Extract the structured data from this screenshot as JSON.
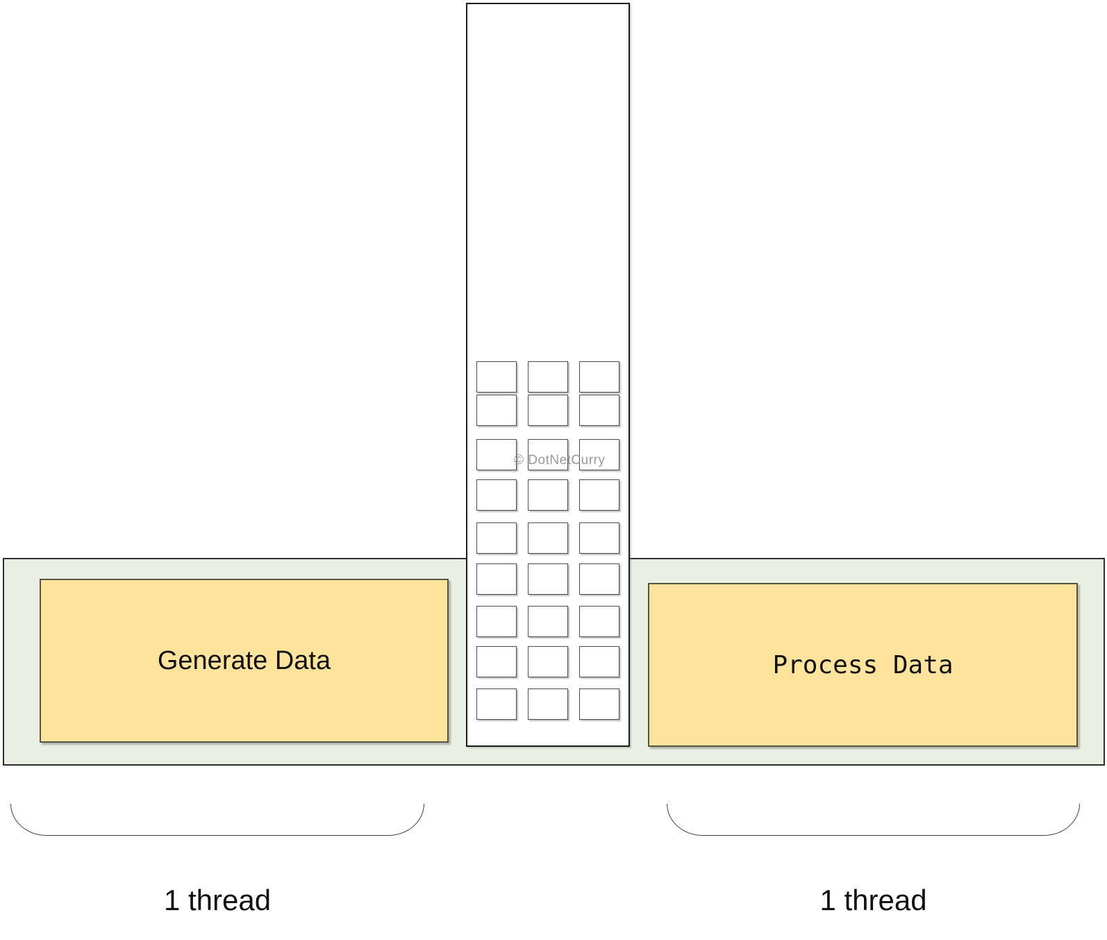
{
  "watermark": "© DotNetCurry",
  "producer": {
    "label": "Generate Data",
    "thread_label": "1 thread"
  },
  "consumer": {
    "label": "Process Data",
    "thread_label": "1 thread"
  },
  "buffer": {
    "rows": 9,
    "columns": 3
  },
  "colors": {
    "band_fill": "#e9f0e3",
    "band_border": "#2e2e2e",
    "box_fill": "#fde39b",
    "box_border": "#55553f",
    "cell_border": "#4c4c4c",
    "queue_border": "#1c1c1c",
    "brace_stroke": "#404040",
    "watermark": "#9a9a9a"
  }
}
